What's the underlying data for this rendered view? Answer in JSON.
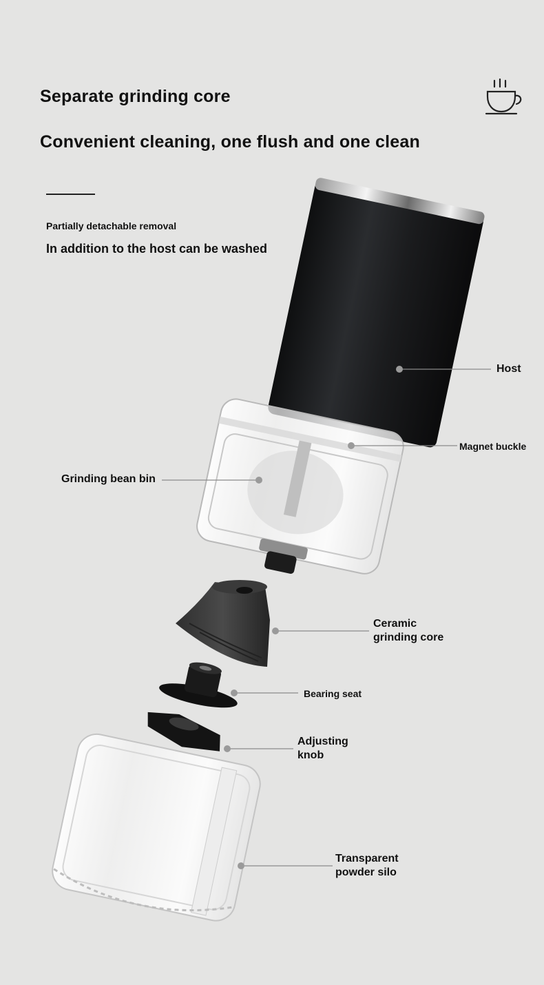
{
  "header": {
    "title_line1": "Separate grinding core",
    "title_line2": "Convenient cleaning, one flush and one clean",
    "subtitle_small": "Partially detachable removal",
    "subtitle_large": "In addition to the host can be washed",
    "icon": "coffee-cup-icon"
  },
  "parts": {
    "host": "Host",
    "magnet_buckle": "Magnet buckle",
    "grinding_bean_bin": "Grinding bean bin",
    "ceramic_core_line1": "Ceramic",
    "ceramic_core_line2": "grinding core",
    "bearing_seat": "Bearing seat",
    "adjusting_knob_line1": "Adjusting",
    "adjusting_knob_line2": "knob",
    "powder_silo_line1": "Transparent",
    "powder_silo_line2": "powder silo"
  },
  "colors": {
    "background": "#e4e4e3",
    "text": "#111111",
    "leader_line": "#8a8a8a",
    "host_body": "#1c1d1f"
  }
}
